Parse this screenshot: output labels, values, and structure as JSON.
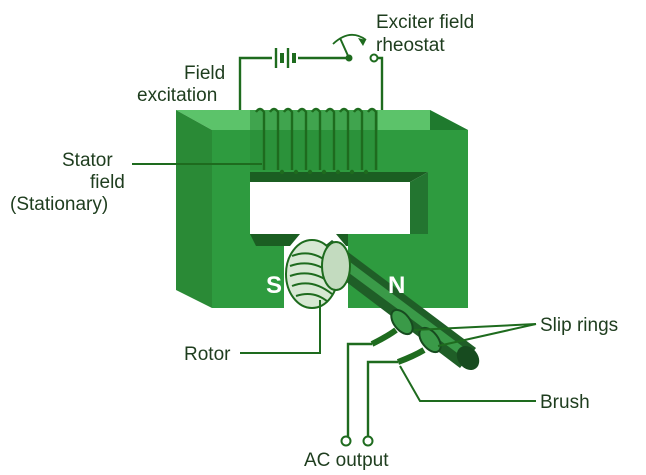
{
  "labels": {
    "exciter_line1": "Exciter field",
    "exciter_line2": "rheostat",
    "field_line1": "Field",
    "field_line2": "excitation",
    "stator_line1": "Stator",
    "stator_line2": "field",
    "stator_line3": "(Stationary)",
    "pole_south": "S",
    "pole_north": "N",
    "slip_rings": "Slip rings",
    "rotor": "Rotor",
    "brush": "Brush",
    "ac_output": "AC output"
  },
  "colors": {
    "core_front": "#2e9b3f",
    "core_top": "#5cc36a",
    "core_side": "#1f7a2e",
    "core_inner_dark": "#1b5e22",
    "wire": "#1e6b1e",
    "label_text": "#1e3d1e"
  }
}
